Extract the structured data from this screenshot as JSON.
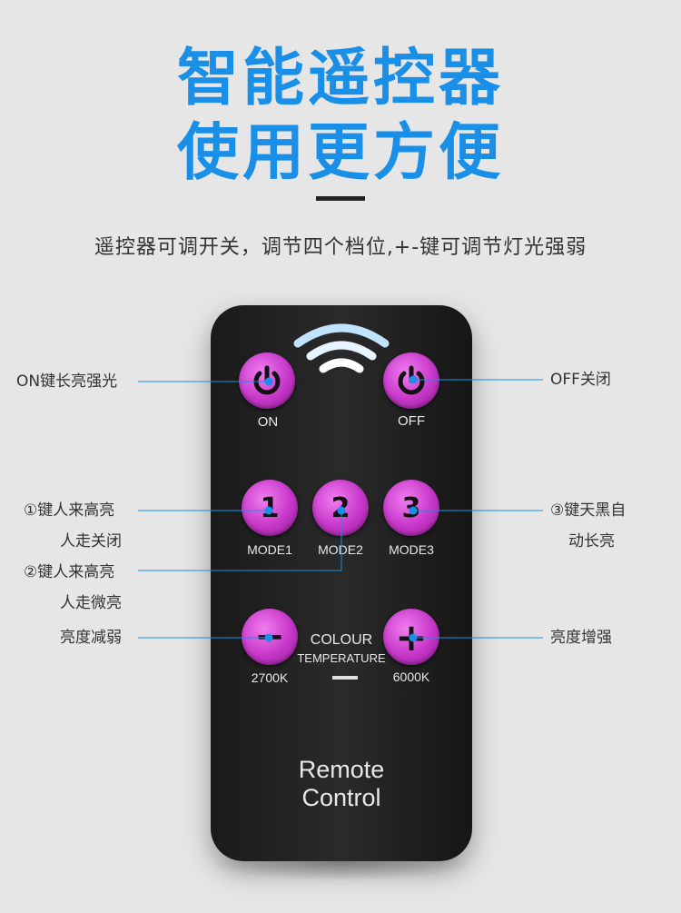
{
  "header": {
    "title_line1": "智能遥控器",
    "title_line2": "使用更方便",
    "subtitle": "遥控器可调开关，调节四个档位,+-键可调节灯光强弱"
  },
  "remote": {
    "buttons": {
      "on": {
        "label": "ON",
        "icon": "power-icon"
      },
      "off": {
        "label": "OFF",
        "icon": "power-icon"
      },
      "mode1": {
        "text": "1",
        "label": "MODE1"
      },
      "mode2": {
        "text": "2",
        "label": "MODE2"
      },
      "mode3": {
        "text": "3",
        "label": "MODE3"
      },
      "minus": {
        "text": "−",
        "label": "2700K"
      },
      "plus": {
        "text": "+",
        "label": "6000K"
      }
    },
    "colour_temp": {
      "line1": "COLOUR",
      "line2": "TEMPERATURE"
    },
    "brand": {
      "line1": "Remote",
      "line2": "Control"
    }
  },
  "callouts": {
    "on": "ON键长亮强光",
    "off": "OFF关闭",
    "mode1_line1": "①键人来高亮",
    "mode1_line2": "人走关闭",
    "mode2_line1": "②键人来高亮",
    "mode2_line2": "人走微亮",
    "mode3_line1": "③键天黑自",
    "mode3_line2": "动长亮",
    "minus": "亮度减弱",
    "plus": "亮度增强"
  },
  "colors": {
    "headline": "#1a8fe8",
    "button": "#c636c8",
    "callout_line": "#1a8fe8"
  }
}
